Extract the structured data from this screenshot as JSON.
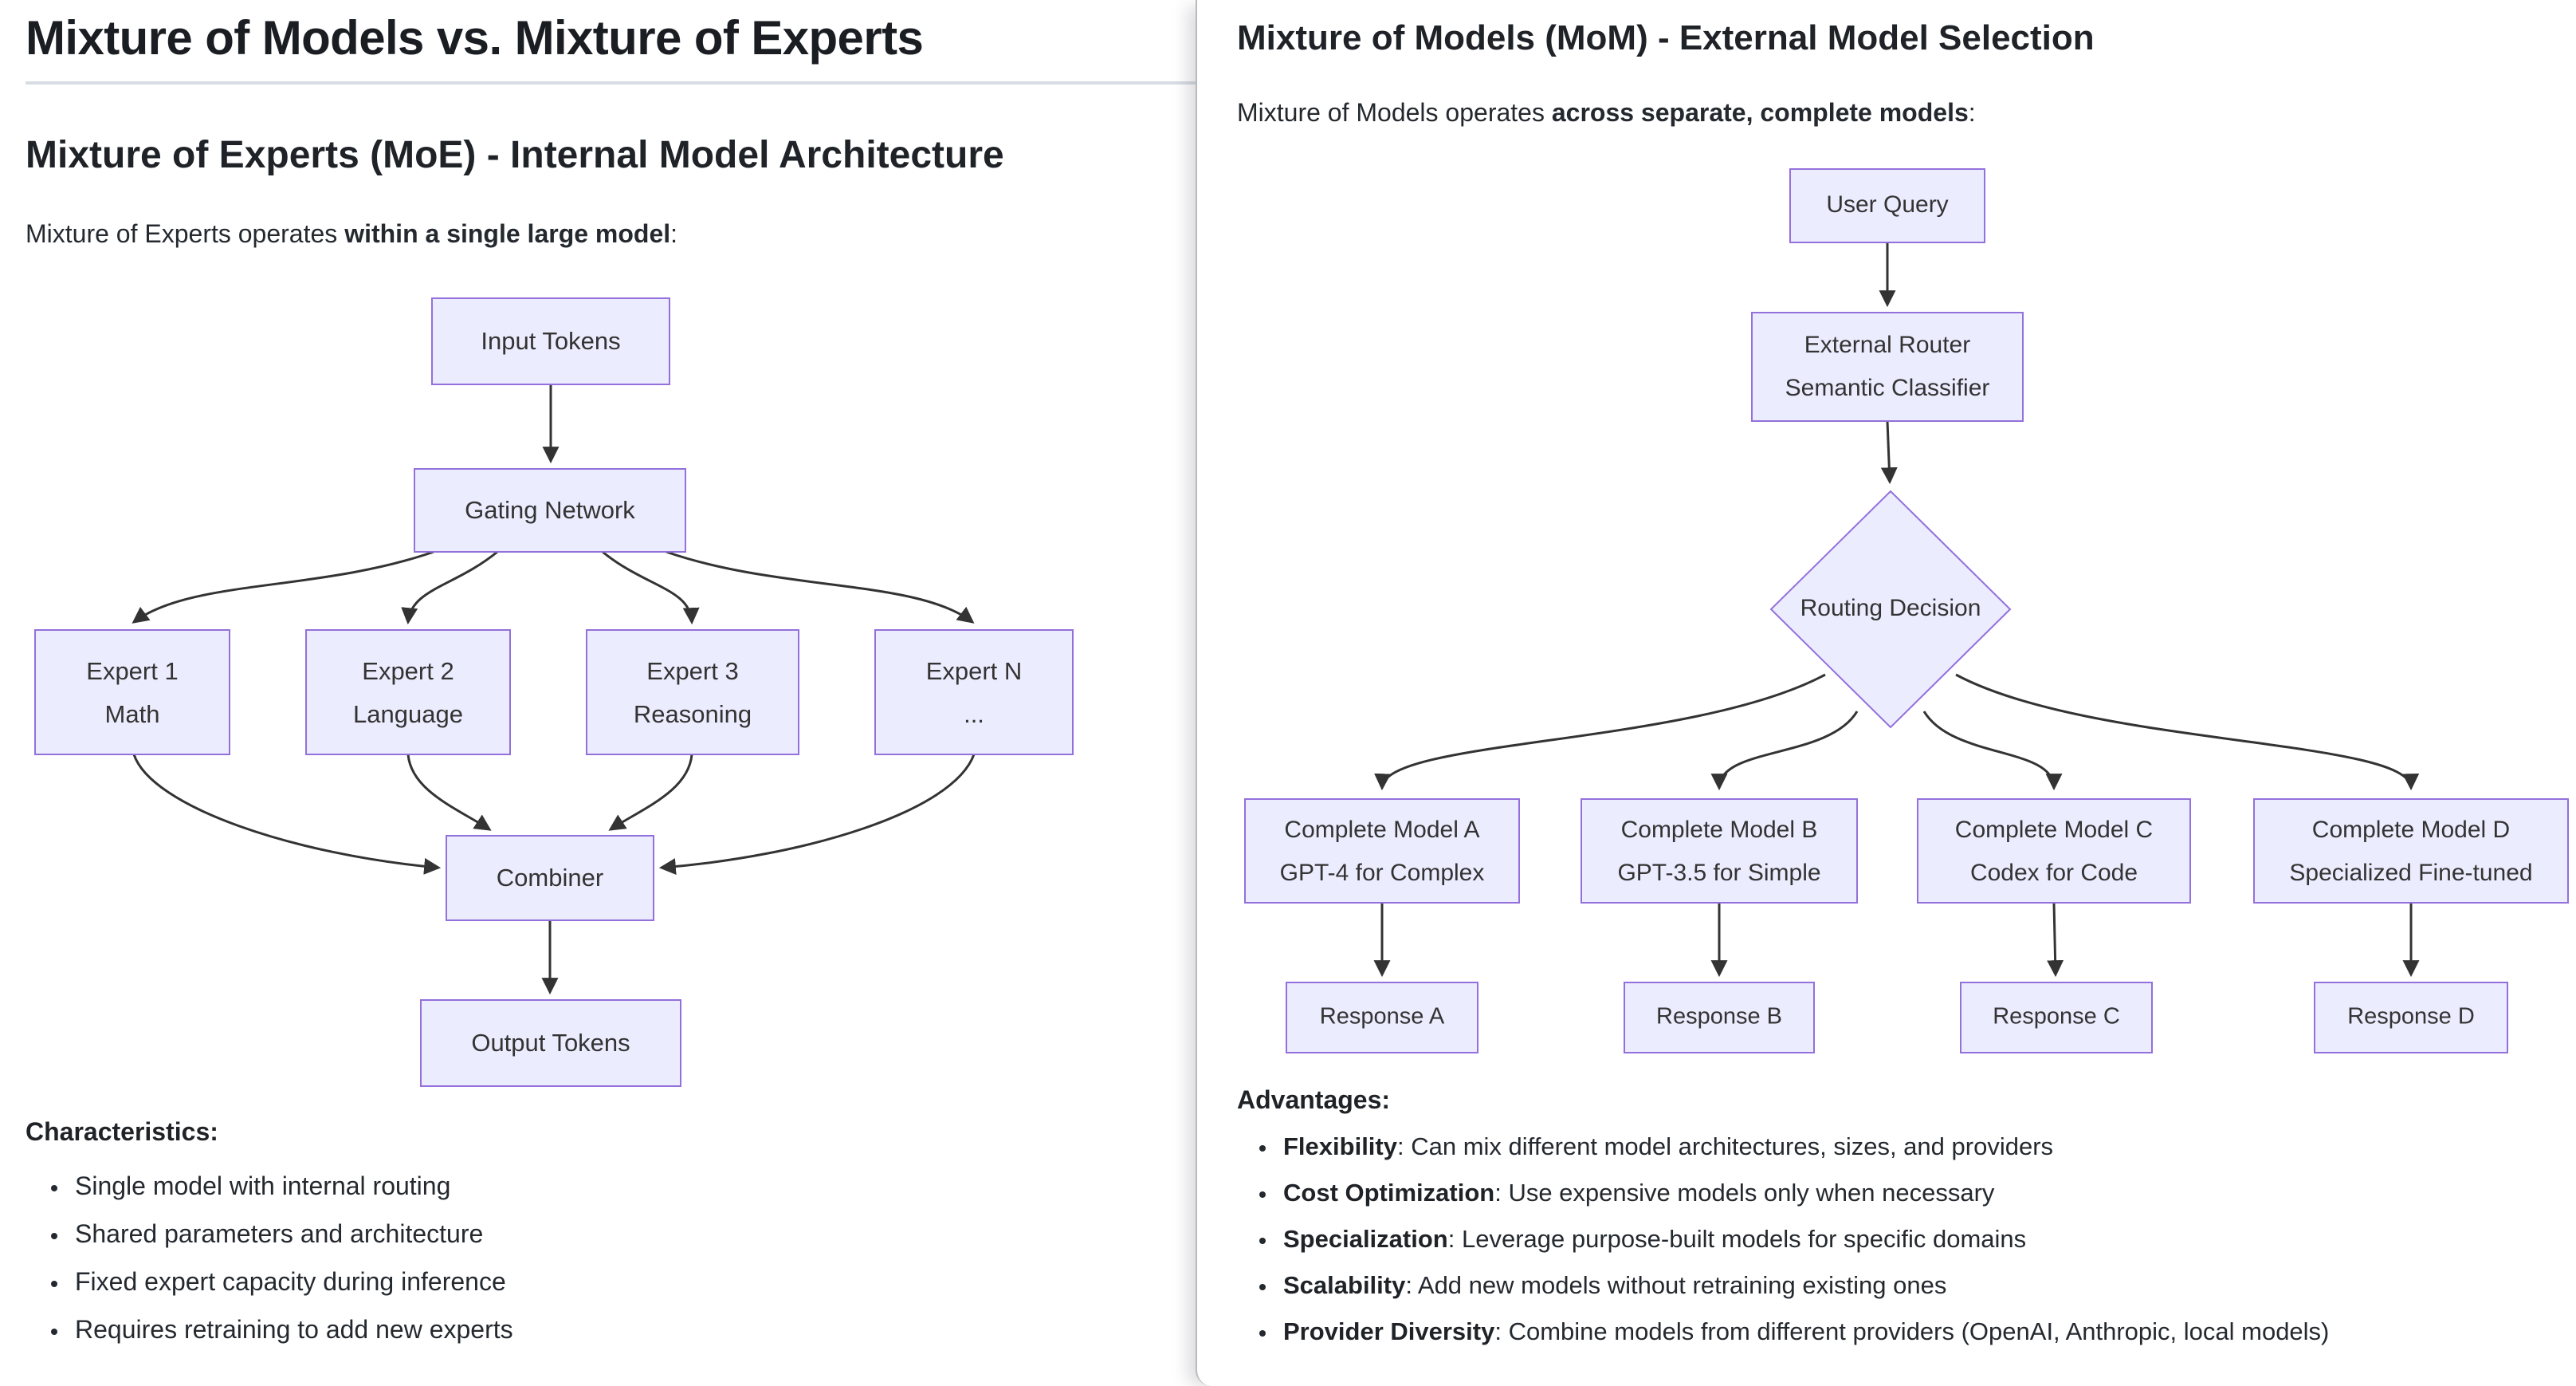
{
  "left": {
    "title": "Mixture of Models vs. Mixture of Experts",
    "heading": "Mixture of Experts (MoE) - Internal Model Architecture",
    "intro_prefix": "Mixture of Experts operates ",
    "intro_bold": "within a single large model",
    "intro_suffix": ":",
    "diagram": {
      "input": "Input Tokens",
      "gating": "Gating Network",
      "experts": [
        {
          "line1": "Expert 1",
          "line2": "Math"
        },
        {
          "line1": "Expert 2",
          "line2": "Language"
        },
        {
          "line1": "Expert 3",
          "line2": "Reasoning"
        },
        {
          "line1": "Expert N",
          "line2": "..."
        }
      ],
      "combiner": "Combiner",
      "output": "Output Tokens"
    },
    "characteristics_heading": "Characteristics:",
    "characteristics": [
      "Single model with internal routing",
      "Shared parameters and architecture",
      "Fixed expert capacity during inference",
      "Requires retraining to add new experts"
    ]
  },
  "right": {
    "heading": "Mixture of Models (MoM) - External Model Selection",
    "intro_prefix": "Mixture of Models operates ",
    "intro_bold": "across separate, complete models",
    "intro_suffix": ":",
    "diagram": {
      "user_query": "User Query",
      "router": {
        "line1": "External Router",
        "line2": "Semantic Classifier"
      },
      "decision": "Routing Decision",
      "models": [
        {
          "line1": "Complete Model A",
          "line2": "GPT-4 for Complex"
        },
        {
          "line1": "Complete Model B",
          "line2": "GPT-3.5 for Simple"
        },
        {
          "line1": "Complete Model C",
          "line2": "Codex for Code"
        },
        {
          "line1": "Complete Model D",
          "line2": "Specialized Fine-tuned"
        }
      ],
      "responses": [
        "Response A",
        "Response B",
        "Response C",
        "Response D"
      ]
    },
    "advantages_heading": "Advantages:",
    "advantages": [
      {
        "term": "Flexibility",
        "desc": ": Can mix different model architectures, sizes, and providers"
      },
      {
        "term": "Cost Optimization",
        "desc": ": Use expensive models only when necessary"
      },
      {
        "term": "Specialization",
        "desc": ": Leverage purpose-built models for specific domains"
      },
      {
        "term": "Scalability",
        "desc": ": Add new models without retraining existing ones"
      },
      {
        "term": "Provider Diversity",
        "desc": ": Combine models from different providers (OpenAI, Anthropic, local models)"
      }
    ]
  },
  "colors": {
    "node_fill": "#ECECFF",
    "node_border": "#9370DB",
    "arrow": "#333333",
    "divider_rule": "#D8DCE3"
  }
}
